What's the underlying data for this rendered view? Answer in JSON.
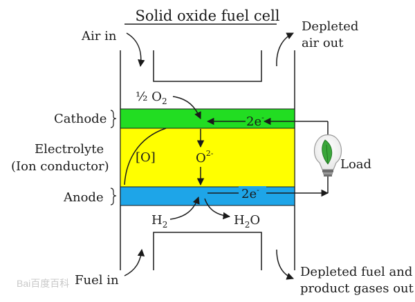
{
  "title": "Solid oxide fuel cell",
  "labels": {
    "air_in": "Air in",
    "depleted_air_line1": "Depleted",
    "depleted_air_line2": "air out",
    "cathode": "Cathode",
    "electrolyte_line1": "Electrolyte",
    "electrolyte_line2": "(Ion conductor)",
    "anode": "Anode",
    "load": "Load",
    "fuel_in": "Fuel in",
    "depleted_fuel_line1": "Depleted fuel and",
    "depleted_fuel_line2": "product gases out",
    "o_bracket": "[O]"
  },
  "species": {
    "half_o2": "½ O",
    "o2_sub": "2",
    "oxide_ion": "O",
    "oxide_charge": "2-",
    "electron_top": "2e",
    "electron_bottom": "2e",
    "electron_charge": "-",
    "h2": "H",
    "h2_sub": "2",
    "h2o_h": "H",
    "h2o_sub": "2",
    "h2o_o": "O"
  },
  "watermark": {
    "text": "Bai百度百科"
  },
  "colors": {
    "cathode": "#22dd22",
    "electrolyte": "#ffff00",
    "anode": "#1ea5e8",
    "line": "#1a1a1a",
    "bulb_leaf": "#3aa63a"
  },
  "icons": {
    "load": "light-bulb-leaf-icon"
  }
}
